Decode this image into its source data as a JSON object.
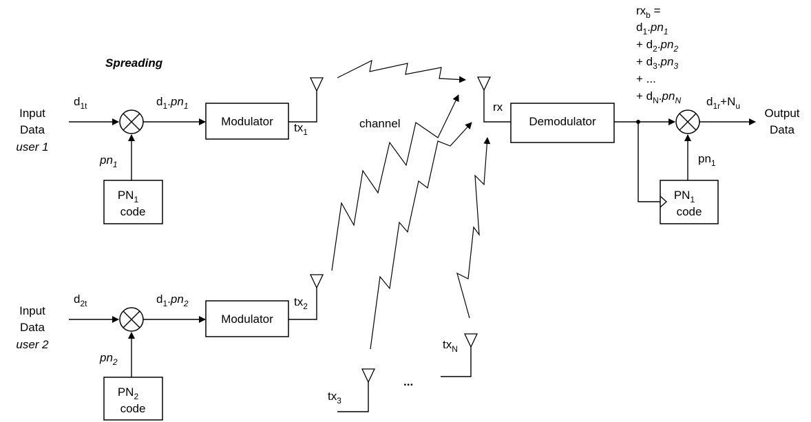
{
  "diagram": {
    "spreading_label": "Spreading",
    "channel_label": "channel",
    "ellipsis": "...",
    "user1": {
      "input_line1": "Input",
      "input_line2": "Data",
      "input_user": "user 1",
      "data_main": "d",
      "data_sub": "1t",
      "product_d": "d",
      "product_d_sub": "1",
      "product_dot": ".",
      "product_pn": "pn",
      "product_pn_sub": "1",
      "pn_label": "pn",
      "pn_label_sub": "1",
      "pn_box_line1": "PN",
      "pn_box_sub": "1",
      "pn_box_line2": "code",
      "modulator": "Modulator",
      "tx_main": "tx",
      "tx_sub": "1"
    },
    "user2": {
      "input_line1": "Input",
      "input_line2": "Data",
      "input_user": "user 2",
      "data_main": "d",
      "data_sub": "2t",
      "product_d": "d",
      "product_d_sub": "1",
      "product_dot": ".",
      "product_pn": "pn",
      "product_pn_sub": "2",
      "pn_label": "pn",
      "pn_label_sub": "2",
      "pn_box_line1": "PN",
      "pn_box_sub": "2",
      "pn_box_line2": "code",
      "modulator": "Modulator",
      "tx_main": "tx",
      "tx_sub": "2"
    },
    "tx3": {
      "main": "tx",
      "sub": "3"
    },
    "txN": {
      "main": "tx",
      "sub": "N"
    },
    "receiver": {
      "rx_label": "rx",
      "demodulator": "Demodulator",
      "sum_head_main": "rx",
      "sum_head_sub": "b",
      "sum_head_eq": " =",
      "sum_terms": [
        {
          "prefix": "",
          "d": "d",
          "d_sub": "1",
          "dot": ".",
          "pn": "pn",
          "pn_sub": "1"
        },
        {
          "prefix": "+ ",
          "d": "d",
          "d_sub": "2",
          "dot": ".",
          "pn": "pn",
          "pn_sub": "2"
        },
        {
          "prefix": "+ ",
          "d": "d",
          "d_sub": "3",
          "dot": ".",
          "pn": "pn",
          "pn_sub": "3"
        },
        {
          "prefix": "+ ...",
          "d": "",
          "d_sub": "",
          "dot": "",
          "pn": "",
          "pn_sub": ""
        },
        {
          "prefix": "+ ",
          "d": "d",
          "d_sub": "N",
          "dot": ".",
          "pn": "pn",
          "pn_sub": "N"
        }
      ],
      "out_d": "d",
      "out_d_sub": "1r",
      "out_plus": "+N",
      "out_n_sub": "u",
      "pn_label": "pn",
      "pn_label_sub": "1",
      "pn_box_line1": "PN",
      "pn_box_sub": "1",
      "pn_box_line2": "code",
      "output_line1": "Output",
      "output_line2": "Data"
    }
  }
}
